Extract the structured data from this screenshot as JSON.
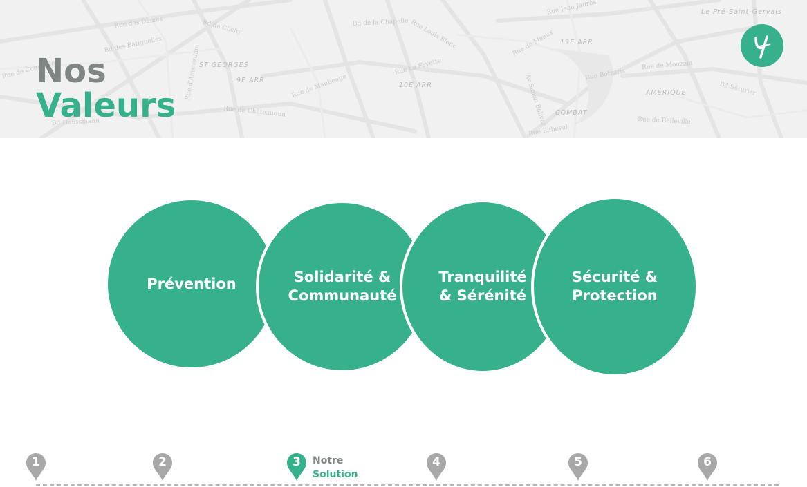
{
  "colors": {
    "accent": "#37b08c",
    "title_gray": "#808683",
    "pin_gray": "#a8a8a8",
    "map_bg": "#f1f1f1"
  },
  "header": {
    "title_line1": "Nos",
    "title_line2": "Valeurs",
    "logo_icon": "y-logo-icon"
  },
  "map": {
    "labels": [
      "Le Pré-Saint-Gervais",
      "Rue des Dames",
      "Bd des Batignolles",
      "Bd de Clichy",
      "ST GEORGES",
      "9E ARR",
      "Rue de Maubeuge",
      "10E ARR",
      "Bd de la Chapelle",
      "Rue Louis Blanc",
      "Rue La Fayette",
      "Rue de Meaux",
      "19E ARR",
      "Rue Botzaris",
      "Rue de Mouzaia",
      "AMÉRIQUE",
      "Bd Sérurier",
      "COMBAT",
      "Rue de Belleville",
      "Av Simon Bolivar",
      "Rue Rebeval",
      "Rue de Châteaudun",
      "Bd Haussmann",
      "Rue de Courcelles",
      "Rue d'Amsterdam",
      "Rue Jean Jaurès"
    ]
  },
  "values": [
    {
      "label": "Prévention"
    },
    {
      "label": "Solidarité &\nCommunauté"
    },
    {
      "label": "Tranquilité\n& Sérénité"
    },
    {
      "label": "Sécurité &\nProtection"
    }
  ],
  "timeline": {
    "steps": [
      {
        "number": "1",
        "active": false
      },
      {
        "number": "2",
        "active": false
      },
      {
        "number": "3",
        "active": true
      },
      {
        "number": "4",
        "active": false
      },
      {
        "number": "5",
        "active": false
      },
      {
        "number": "6",
        "active": false
      }
    ],
    "active_label_line1": "Notre",
    "active_label_line2": "Solution"
  }
}
